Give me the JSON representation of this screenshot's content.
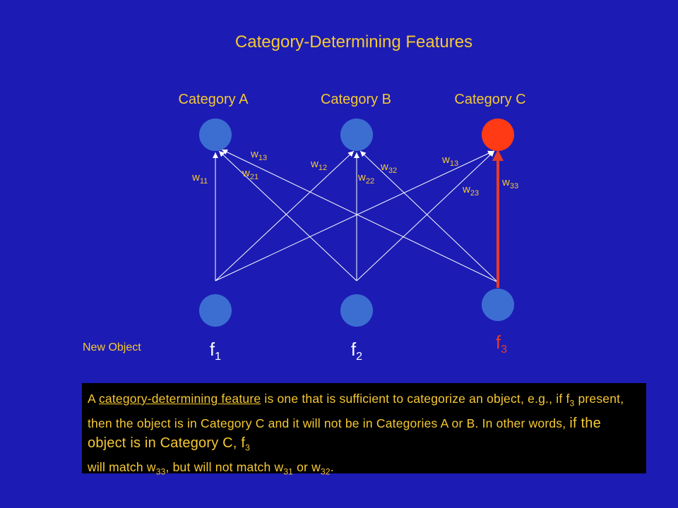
{
  "title": "Category-Determining Features",
  "categories": [
    "Category A",
    "Category B",
    "Category C"
  ],
  "features": [
    {
      "base": "f",
      "sub": "1",
      "color": "#ffffff"
    },
    {
      "base": "f",
      "sub": "2",
      "color": "#ffffff"
    },
    {
      "base": "f",
      "sub": "3",
      "color": "#e63c28"
    }
  ],
  "new_object_label": "New Object",
  "weight_labels": [
    {
      "base": "w",
      "sub": "11"
    },
    {
      "base": "w",
      "sub": "21"
    },
    {
      "base": "w",
      "sub": "13"
    },
    {
      "base": "w",
      "sub": "12"
    },
    {
      "base": "w",
      "sub": "22"
    },
    {
      "base": "w",
      "sub": "32"
    },
    {
      "base": "w",
      "sub": "13"
    },
    {
      "base": "w",
      "sub": "23"
    },
    {
      "base": "w",
      "sub": "33"
    }
  ],
  "colors": {
    "background": "#1c1cb4",
    "node": "#3c6ed2",
    "active_node": "#ff3a14",
    "highlight": "#e63c28",
    "text": "#f5c832",
    "line": "#ffffff"
  },
  "description": {
    "p1": "A ",
    "link": "category-determining feature",
    "p2": " is one that is sufficient to categorize an object, e.g., if f",
    "s1": "3",
    "p3": " present, then the object is in Category C and it will not be in Categories A or B.  In other words, ",
    "p4": "if the object is in Category C, f",
    "s2": "3",
    "p5": " will match w",
    "s3": "33",
    "p6": ", but will not match w",
    "s4": "31",
    "p7": " or w",
    "s5": "32",
    "p8": "."
  }
}
